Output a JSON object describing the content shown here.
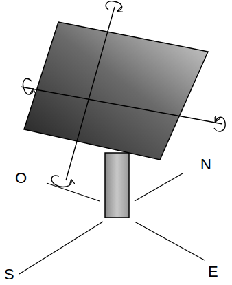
{
  "diagram": {
    "labels": [
      "O",
      "N",
      "E",
      "S"
    ]
  }
}
